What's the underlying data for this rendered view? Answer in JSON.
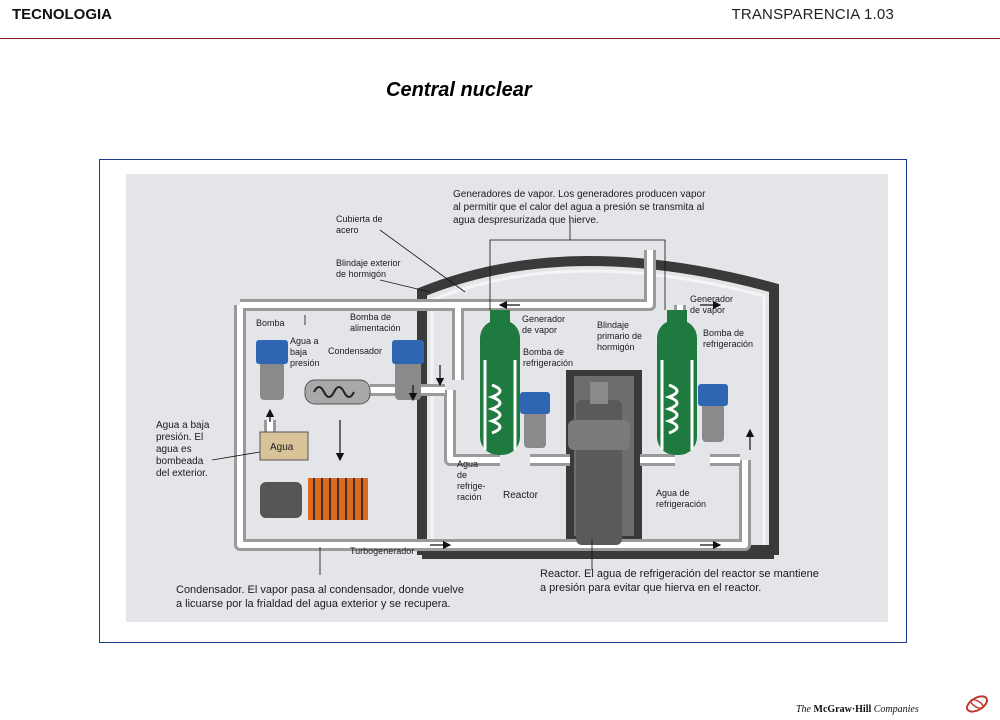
{
  "header": {
    "left": "TECNOLOGIA",
    "right": "TRANSPARENCIA 1.03"
  },
  "title": "Central nuclear",
  "labels": {
    "generadores_caption": [
      "Generadores de vapor. Los generadores producen vapor",
      "al permitir que el calor del agua a presión se transmita al",
      "agua despresurizada que hierve."
    ],
    "cubierta": [
      "Cubierta de",
      "acero"
    ],
    "blindaje_exterior": [
      "Blindaje exterior",
      "de hormigón"
    ],
    "bomba": "Bomba",
    "agua_baja_presion_short": [
      "Agua a",
      "baja",
      "presión"
    ],
    "bomba_alimentacion": [
      "Bomba de",
      "alimentación"
    ],
    "condensador": "Condensador",
    "generador_vapor_left": [
      "Generador",
      "de vapor"
    ],
    "generador_vapor_right": [
      "Generador",
      "de vapor"
    ],
    "blindaje_primario": [
      "Blindaje",
      "primario de",
      "hormigón"
    ],
    "bomba_refrigeracion_left": [
      "Bomba de",
      "refrigeración"
    ],
    "bomba_refrigeracion_right": [
      "Bomba de",
      "refrigeración"
    ],
    "agua_baja_presion_long": [
      "Agua a baja",
      "presión. El",
      "agua es",
      "bombeada",
      "del exterior."
    ],
    "agua_tank": "Agua",
    "agua_refrigeracion_left": [
      "Agua",
      "de",
      "refrige-",
      "ración"
    ],
    "reactor": "Reactor",
    "agua_refrigeracion_right": [
      "Agua de",
      "refrigeración"
    ],
    "turbogenerador": "Turbogenerador",
    "condensador_caption": [
      "Condensador. El vapor pasa al condensador, donde vuelve",
      "a licuarse por la frialdad del agua exterior y se recupera."
    ],
    "reactor_caption": [
      "Reactor. El agua de refrigeración del reactor se mantiene",
      "a presión para evitar que hierva en el reactor."
    ]
  },
  "logo": {
    "text_the": "The",
    "text_company": "McGraw·Hill",
    "text_companies": "Companies"
  },
  "colors": {
    "accent_rule": "#8b1a1a",
    "frame_border": "#1a3d8f",
    "panel_bg": "#e4e5e9",
    "generator_green": "#1e7a3e",
    "pump_blue": "#2f66b3",
    "concrete_dark": "#3a3a3a",
    "turbine_orange": "#e06a1a",
    "tank_beige": "#d9c49a"
  }
}
